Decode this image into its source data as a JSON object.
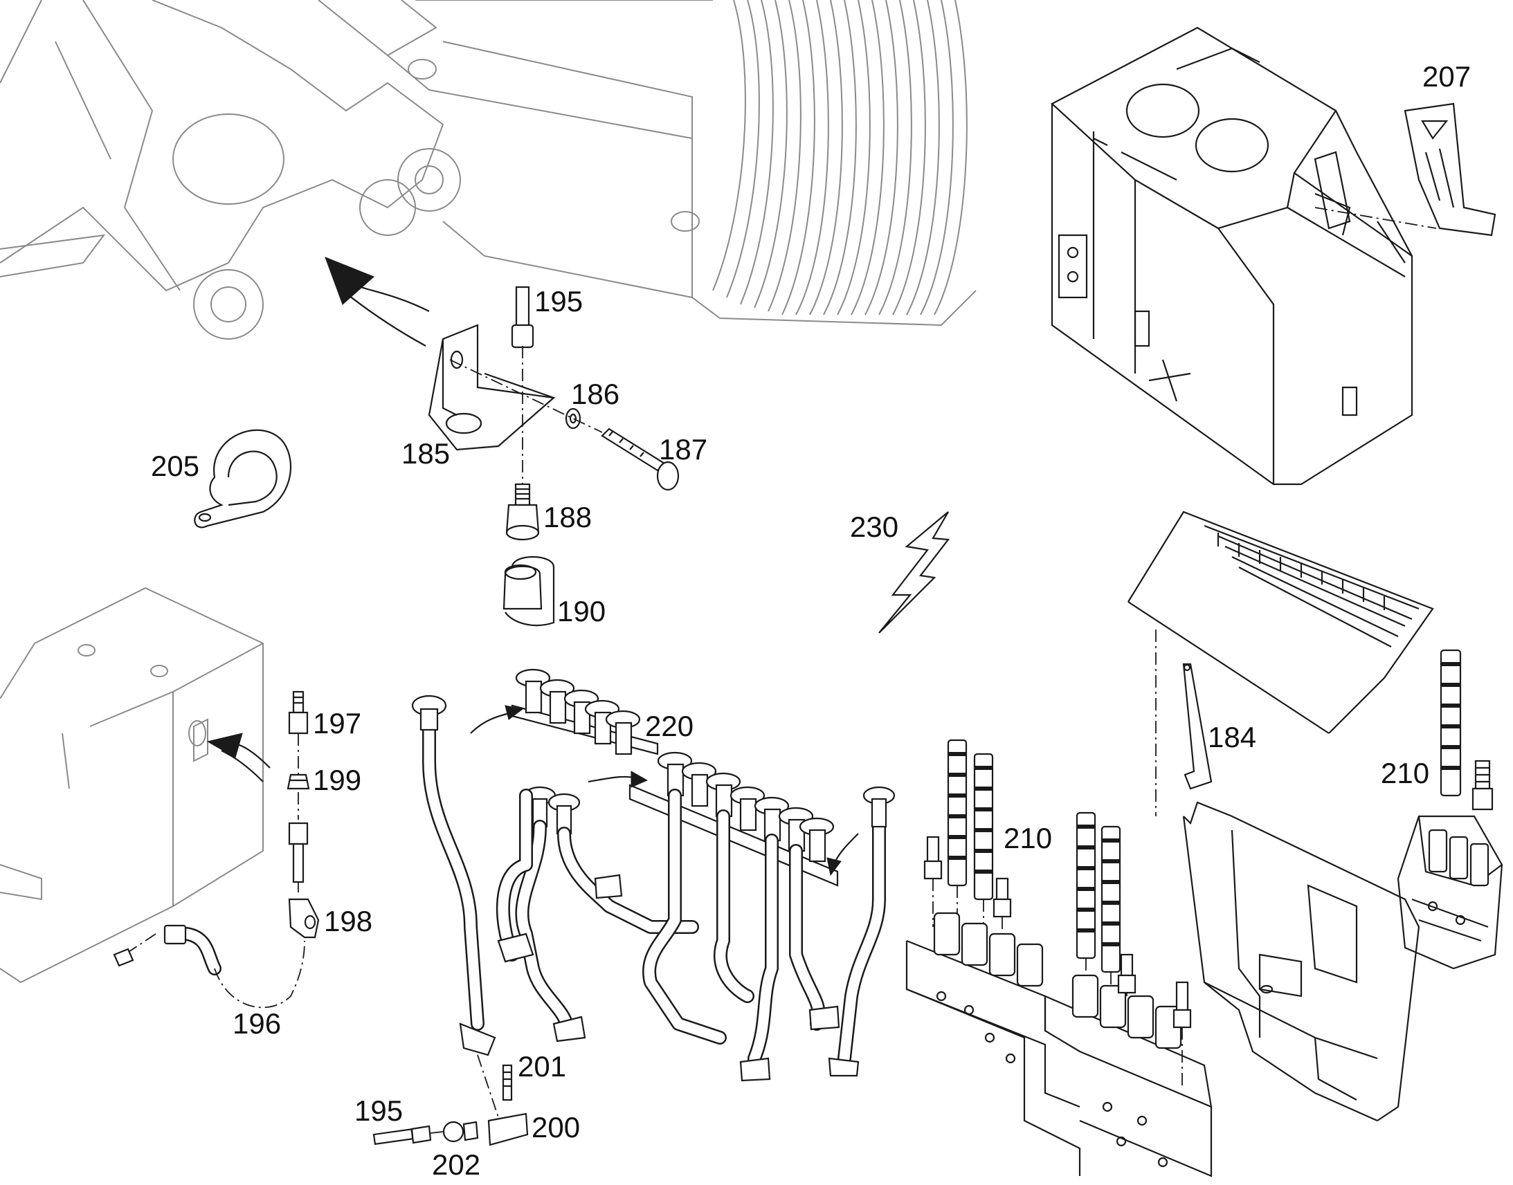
{
  "labels": {
    "l184": "184",
    "l185": "185",
    "l186": "186",
    "l187": "187",
    "l188": "188",
    "l190": "190",
    "l195a": "195",
    "l195b": "195",
    "l196": "196",
    "l197": "197",
    "l198": "198",
    "l199": "199",
    "l200": "200",
    "l201": "201",
    "l202": "202",
    "l205": "205",
    "l207": "207",
    "l210a": "210",
    "l210b": "210",
    "l220": "220",
    "l230": "230"
  }
}
